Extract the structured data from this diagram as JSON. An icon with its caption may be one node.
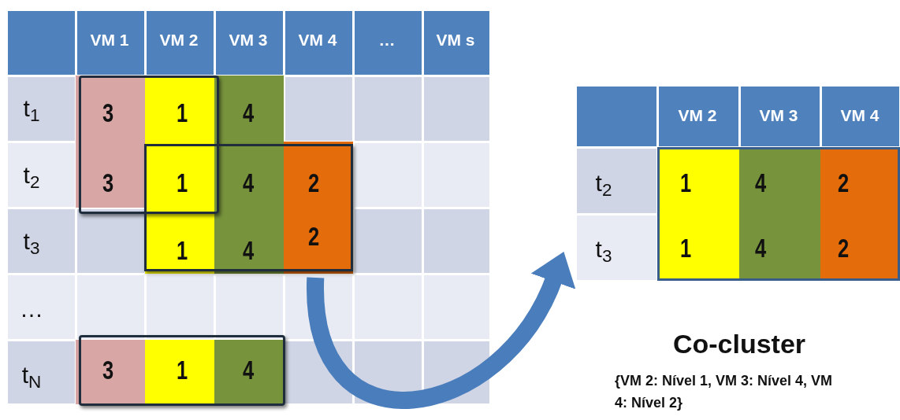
{
  "diagram": {
    "nodes": [
      {
        "text": [],
        "shape": "box"
      },
      {
        "text": [],
        "shape": "box",
        "in": 0
      },
      {
        "text": [],
        "shape": "box"
      }
    ],
    "edges": [
      {
        "from": 1,
        "to": 2,
        "arrow": "to"
      }
    ],
    "labels": [
      "VM 1",
      "VM 2",
      "VM 3",
      "VM 4",
      "…",
      "VM s",
      "t$_{1}$",
      "3",
      "1",
      "4",
      "t$_{2}$",
      "3",
      "1",
      "4",
      "2",
      "t$_{3}$",
      "1",
      "4",
      "2",
      "…",
      "t$_{N}$",
      "3",
      "1",
      "4",
      "VM 2",
      "VM 3",
      "VM 4",
      "t$_{2}$",
      "1",
      "4",
      "2",
      "t$_{3}$",
      "1",
      "4",
      "2",
      "Co-cluster",
      "{VM 2: Nível 1, VM 3: Nível 4, VM 4: Nível 2}"
    ]
  }
}
